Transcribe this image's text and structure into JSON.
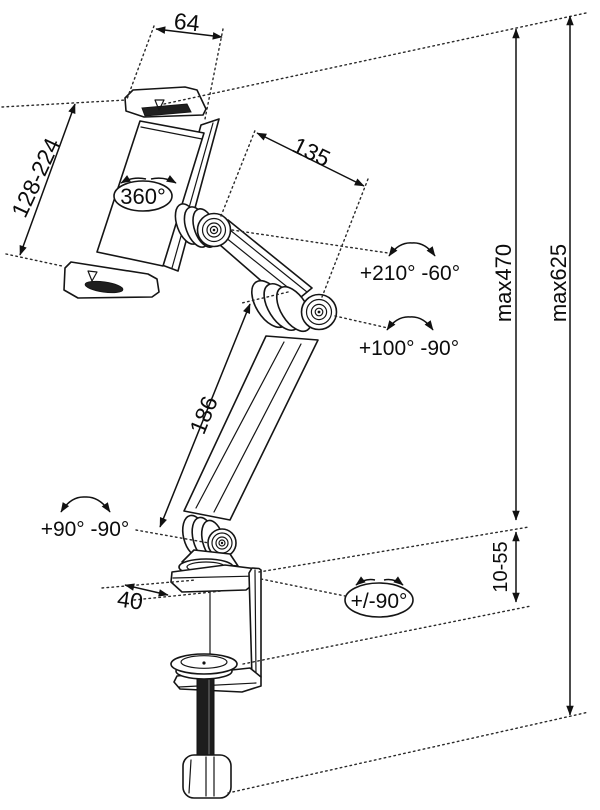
{
  "diagram": {
    "type": "technical-dimension-drawing",
    "subject": "articulated tablet holder arm with desk clamp",
    "labels": {
      "width_top": "64",
      "holder_height_range": "128-224",
      "holder_rotation": "360°",
      "upper_arm_length": "135",
      "upper_joint_angles": "+210° -60°",
      "middle_joint_angles": "+100° -90°",
      "lower_arm_length": "186",
      "arm_max_height": "max470",
      "total_max_height": "max625",
      "base_joint_angles": "+90° -90°",
      "base_depth": "40",
      "base_rotation": "+/-90°",
      "clamp_thickness_range": "10-55"
    },
    "colors": {
      "line": "#151515",
      "background": "#ffffff",
      "dark_fill": "#1f1f1f"
    }
  }
}
